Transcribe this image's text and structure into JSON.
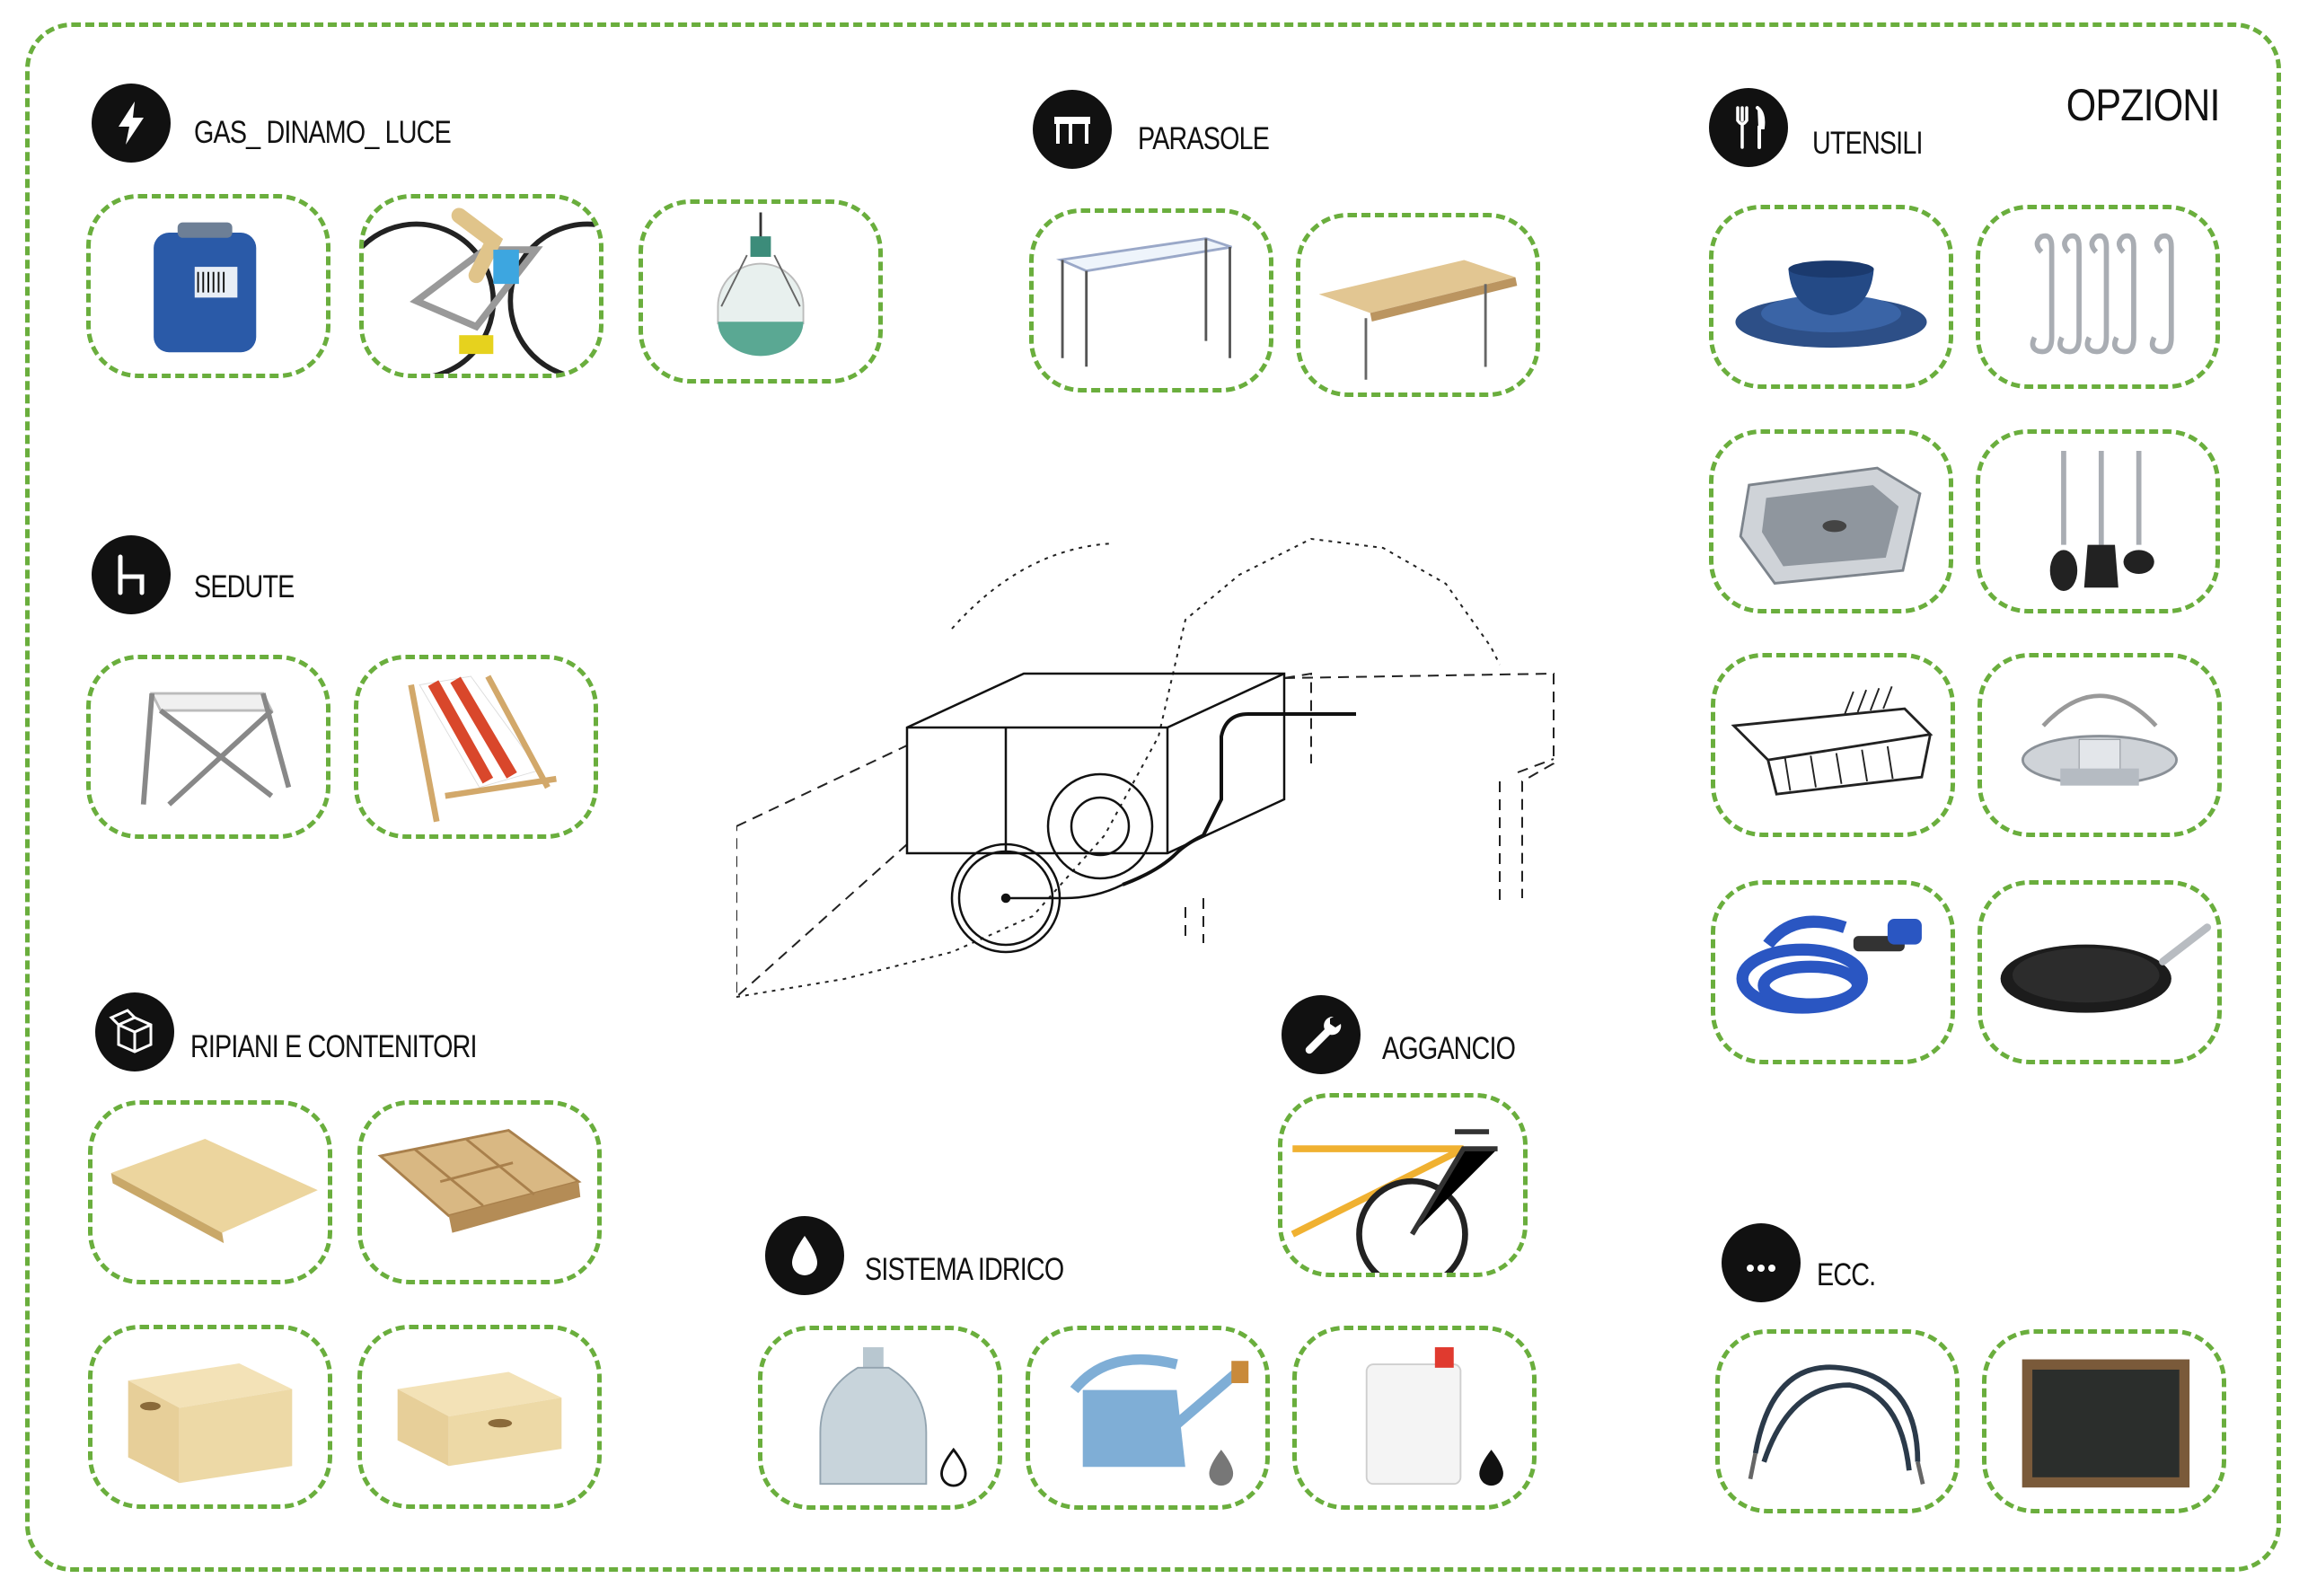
{
  "title": "OPZIONI",
  "colors": {
    "dash_green": "#6aae3d",
    "icon_black": "#111111"
  },
  "categories": [
    {
      "id": "gas",
      "label": "GAS_ DINAMO_ LUCE",
      "icon": "lightning-icon"
    },
    {
      "id": "parasole",
      "label": "PARASOLE",
      "icon": "parasol-table-icon"
    },
    {
      "id": "utensili",
      "label": "UTENSILI",
      "icon": "fork-knife-icon"
    },
    {
      "id": "sedute",
      "label": "SEDUTE",
      "icon": "chair-icon"
    },
    {
      "id": "ripiani",
      "label": "RIPIANI E CONTENITORI",
      "icon": "box-icon"
    },
    {
      "id": "aggancio",
      "label": "AGGANCIO",
      "icon": "wrench-icon"
    },
    {
      "id": "idrico",
      "label": "SISTEMA IDRICO",
      "icon": "water-drop-icon"
    },
    {
      "id": "ecc",
      "label": "ECC.",
      "icon": "ellipsis-icon"
    }
  ],
  "items": {
    "gas": [
      "gas-canister",
      "bicycle-dynamo",
      "solar-lamp"
    ],
    "parasole": [
      "transparent-canopy",
      "wooden-canopy"
    ],
    "utensili": [
      "blue-dish-set",
      "s-hooks",
      "steel-sink",
      "kitchen-utensils",
      "dish-rack",
      "camping-stove",
      "garden-hose",
      "frying-pan"
    ],
    "sedute": [
      "folding-stool",
      "deck-chair"
    ],
    "ripiani": [
      "wooden-board",
      "cutlery-tray",
      "wooden-crate-deep",
      "wooden-crate-shallow"
    ],
    "aggancio": [
      "bike-hitch"
    ],
    "idrico": [
      "glass-demijohn",
      "watering-can",
      "water-jerrycan"
    ],
    "ecc": [
      "bungee-cord",
      "chalkboard"
    ]
  }
}
